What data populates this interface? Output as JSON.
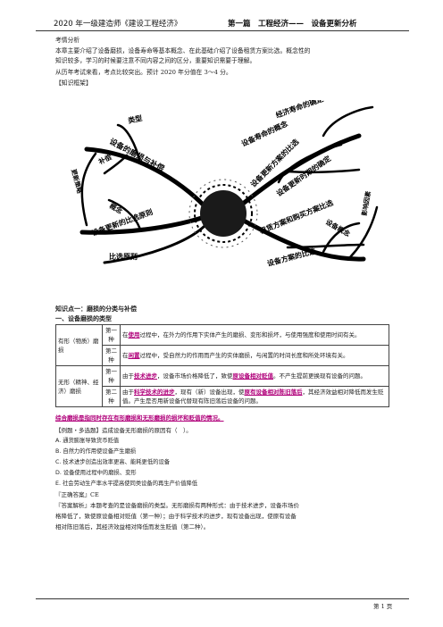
{
  "header": {
    "left": "2020 年一级建造师《建设工程经济》",
    "right": "第一篇　工程经济——　设备更新分析"
  },
  "intro": {
    "label": "考情分析",
    "p1": "本章主要介绍了设备磨损，设备寿命等基本概念、在此基础介绍了设备租赁方案比选。概念性的",
    "p2": "知识较多，学习的时候要注意不同内容之间的区分，重要知识需要于理解。",
    "p3": "从历年考试来看，考点比较突出。预计 2020 年分值在 3～4 分。",
    "framework": "【知识框架】"
  },
  "mindmap": {
    "labels": {
      "type": "类型",
      "wear_comp": "设备的磨损与补偿",
      "compensate": "补偿",
      "update_strategy": "更新策略",
      "concept_left": "概念",
      "compare_left": "设备更新的比选原则",
      "compare_rule": "比选原则",
      "econ_life": "经济寿命的确定",
      "life_concept": "设备寿命的概念",
      "update_plan": "设备更新方案的比选",
      "update_time": "设备更新时期的确定",
      "lease_concept": "设备概念",
      "affect": "影响因素",
      "lease_buy": "租赁方案和购买方案比选",
      "plan_compare": "设备方案的比选"
    }
  },
  "kp1": {
    "title": "知识点一：磨损的分类与补偿",
    "sub": "一、设备磨损的类型"
  },
  "table": {
    "rows": [
      {
        "type": "有形（物质）磨损",
        "kind": "第一种",
        "pre": "在",
        "key": "使用",
        "rest": "过程中，在外力的作用下实体产生的磨损、变形和损坏，与使用强度和使用时间有关。"
      },
      {
        "kind": "第二种",
        "pre": "在",
        "key": "闲置",
        "rest": "过程中，受自然力的作用而产生的实体磨损，与闲置的时间长度和所处环境有关。"
      },
      {
        "type": "无形（精神、经济）磨损",
        "kind": "第一种",
        "pre": "由于",
        "key": "技术进步",
        "mid": "，设备市场价格降低了，致使",
        "key2": "原设备相对贬值",
        "rest": "。不产生提前更换现有设备的问题。"
      },
      {
        "kind": "第二种",
        "pre": "由于",
        "key": "科学技术的进步",
        "mid": "，现有（新）设备出现，使",
        "key2": "原有设备相对陈旧落后",
        "rest": "，其经济效益相对降低而发生贬值。产生是否用新设备代替现有陈旧落后设备的问题。"
      }
    ]
  },
  "summary": "综合磨损是指同时存在有形磨损和无形磨损的损坏和贬值的情况。",
  "example": {
    "question": "【例题・多选题】造成设备无形磨损的原因有（　）。",
    "options": [
      "A. 通货膨胀导致货币贬值",
      "B. 自然力的作用使设备产生磨损",
      "C. 技术进步创造出效率更高、能耗更低的设备",
      "D. 设备使用过程中的磨损、变形",
      "E. 社会劳动生产率水平提高使同类设备的再生产价值降低"
    ],
    "answer": "『正确答案』CE",
    "analysis_1": "『答案解析』本题考查的是设备磨损的类型。无形磨损有两种形式：由于技术进步，设备市场价",
    "analysis_2": "格降低了，致使原设备相对贬值（第一种）；由于科学技术的进步，现有设备出现，使原有设备",
    "analysis_3": "相对陈旧落后，其经济效益相对降低而发生贬值（第二种）。"
  },
  "footer": "第 1 页"
}
